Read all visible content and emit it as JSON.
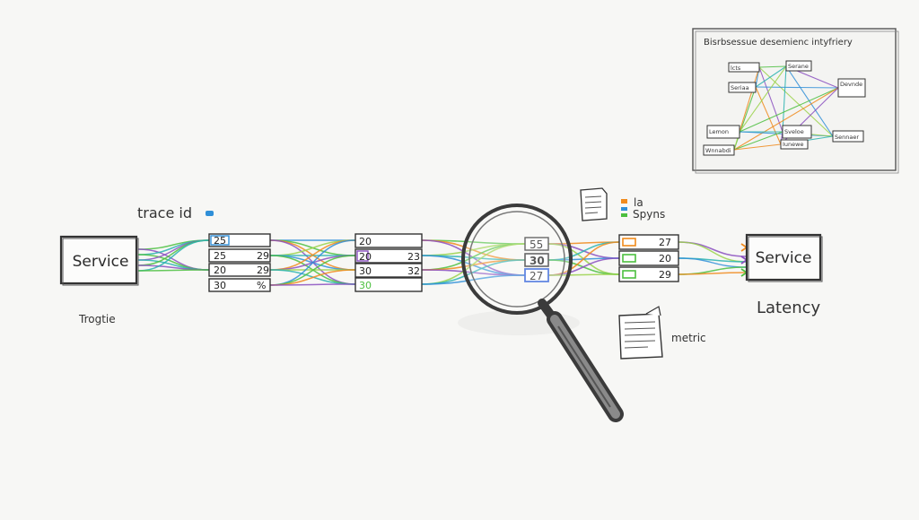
{
  "labels": {
    "trace_id": "trace id",
    "left_caption": "Trogtie",
    "spans_a": "la",
    "spans_b": "Spyns",
    "metric": "metric",
    "latency": "Latency",
    "inset_title": "Bisrbsessue desemienc intyfriery"
  },
  "services": {
    "left": "Service",
    "right": "Service"
  },
  "columns": [
    {
      "id": "col1",
      "rows": [
        [
          "25",
          ""
        ],
        [
          "25",
          "29"
        ],
        [
          "20",
          "29"
        ],
        [
          "30",
          "%"
        ]
      ]
    },
    {
      "id": "col2",
      "rows": [
        [
          "20",
          ""
        ],
        [
          "20",
          "23"
        ],
        [
          "30",
          "32"
        ],
        [
          "30",
          ""
        ]
      ]
    },
    {
      "id": "col3",
      "rows": [
        [
          "55",
          ""
        ],
        [
          "30",
          ""
        ],
        [
          "27",
          ""
        ]
      ]
    },
    {
      "id": "col4",
      "rows": [
        [
          "",
          "27"
        ],
        [
          "",
          "20"
        ],
        [
          "",
          "29"
        ]
      ]
    }
  ],
  "inset": {
    "nodes": [
      "lcts",
      "Seriaa",
      "Serane",
      "Devnde",
      "Lemon",
      "Wnnabdi",
      "Sveloe",
      "Iunewe",
      "Sennaer"
    ]
  },
  "colors": {
    "ink": "#3a3a3a",
    "blue": "#2f8fd8",
    "green": "#4cbf3f",
    "orange": "#f08a1c",
    "purple": "#8a4fc0",
    "lime": "#9ad24a",
    "teal": "#2bb3b0"
  },
  "icons": [
    "magnifier-icon",
    "document-icon",
    "metric-document-icon"
  ]
}
